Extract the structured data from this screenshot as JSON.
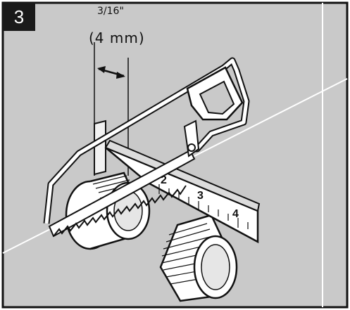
{
  "step": {
    "number": "3"
  },
  "measurement": {
    "fraction": "3/16\"",
    "metric": "(4 mm)"
  },
  "ruler": {
    "marks": [
      "2",
      "3",
      "4"
    ]
  },
  "colors": {
    "background": "#c9c9c9",
    "ink": "#111111",
    "badge": "#1a1a1a",
    "highlight": "#ffffff"
  },
  "icons": {
    "saw": "hacksaw-icon",
    "pipe": "threaded-pipe-icon",
    "rule": "ruler-icon"
  }
}
